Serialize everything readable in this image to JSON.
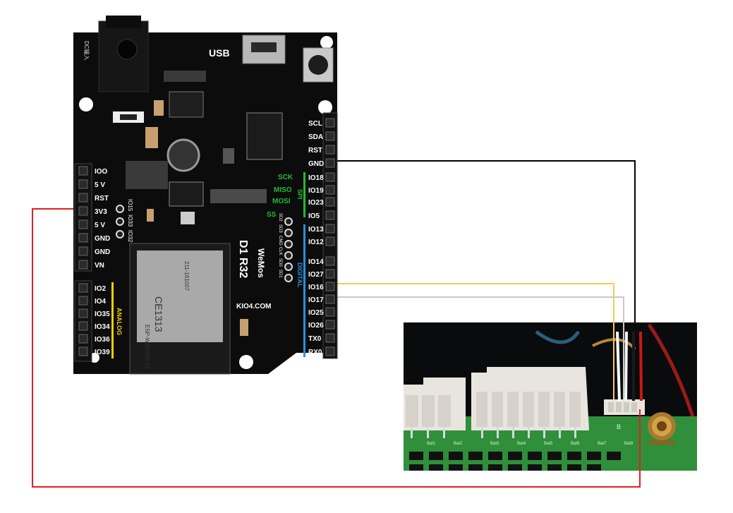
{
  "board": {
    "usb_label": "USB",
    "dc_label": "DC输入",
    "model": "D1 R32",
    "brand": "WeMos",
    "website": "KIO4.COM",
    "module_name": "ESP-WROOM-32",
    "module_code": "211-161007",
    "ce_mark": "CE1313",
    "left_top_header": [
      "IOO",
      "5 V",
      "RST",
      "3V3",
      "5 V",
      "GND",
      "GND",
      "VN"
    ],
    "left_bottom_header": [
      "IO2",
      "IO4",
      "IO35",
      "IO34",
      "IO36",
      "IO39"
    ],
    "analog_label": "ANALOG",
    "right_header": [
      "SCL",
      "SDA",
      "RST",
      "GND",
      "IO18",
      "IO19",
      "IO23",
      "IO5",
      "IO13",
      "IO12",
      "IO14",
      "IO27",
      "IO16",
      "IO17",
      "IO25",
      "IO26",
      "TX0",
      "RX0"
    ],
    "spi_label": "SPI",
    "spi_pins": [
      "SCK",
      "MISO",
      "MOSI",
      "SS"
    ],
    "digital_label": "DIGITAL",
    "extra_pins": [
      "IO15",
      "IO33",
      "IO32"
    ],
    "icsp_pins": [
      "SD2",
      "SD3",
      "CMD",
      "CLK",
      "SD0",
      "SD1"
    ]
  },
  "connector_photo": {
    "connector_mark": "B",
    "cell_labels": [
      "Bat1",
      "Bat2",
      "Bat3",
      "Bat4",
      "Bat5",
      "Bat6",
      "Bat7",
      "Bat8"
    ]
  },
  "wires": [
    {
      "from": "GND",
      "color": "#000000"
    },
    {
      "from": "IO16",
      "color": "#f2cc55"
    },
    {
      "from": "IO17",
      "color": "#c8c8c8"
    },
    {
      "from": "3V3",
      "color": "#e02020"
    }
  ],
  "colors": {
    "board": "#0c0c0c",
    "spi_green": "#22bb33",
    "digital_blue": "#2c8fe0",
    "analog_yellow": "#f0d000",
    "pcb_green": "#2f8f3a"
  }
}
